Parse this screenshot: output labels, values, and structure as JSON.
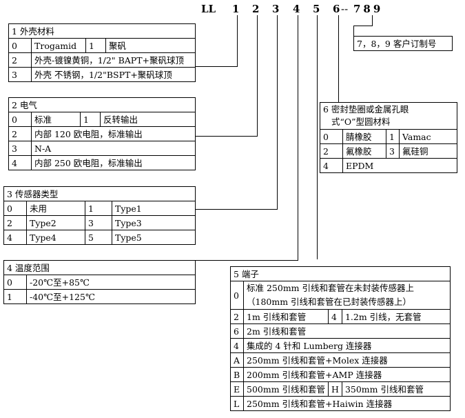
{
  "model_code": {
    "prefix": "LL",
    "d1": "1",
    "d2": "2",
    "d3": "3",
    "d4": "4",
    "d5": "5",
    "d6": "6",
    "sep": "--",
    "custom": "789"
  },
  "custom_box": {
    "text": "7，8，9 客户订制号"
  },
  "sec1": {
    "title": "1 外壳材料",
    "rows": [
      {
        "code": "0",
        "name": "Trogamid",
        "code2": "1",
        "name2": "聚矾"
      },
      {
        "code": "2",
        "name": "外壳-镀镍黄铜，1/2\" BAPT+聚矾球顶"
      },
      {
        "code": "3",
        "name": "外壳 不锈钢，1/2\"BSPT+聚矾球顶"
      }
    ]
  },
  "sec2": {
    "title": "2 电气",
    "rows": [
      {
        "code": "0",
        "name": "标准",
        "code2": "1",
        "name2": "反转输出"
      },
      {
        "code": "2",
        "name": "内部 120 欧电阻，标准输出"
      },
      {
        "code": "3",
        "name": "N-A"
      },
      {
        "code": "4",
        "name": "内部 250 欧电阻，标准输出"
      }
    ]
  },
  "sec3": {
    "title": "3 传感器类型",
    "rows": [
      {
        "code": "0",
        "name": "未用",
        "code2": "1",
        "name2": "Type1"
      },
      {
        "code": "2",
        "name": "Type2",
        "code2": "3",
        "name2": "Type3"
      },
      {
        "code": "4",
        "name": "Type4",
        "code2": "5",
        "name2": "Type5"
      }
    ]
  },
  "sec4": {
    "title": "4 温度范围",
    "rows": [
      {
        "code": "0",
        "name": "-20℃至+85℃"
      },
      {
        "code": "1",
        "name": "-40℃至+125℃"
      }
    ]
  },
  "sec5": {
    "title": "5 端子",
    "rows": [
      {
        "code": "0",
        "line1": "标准 250mm 引线和套管在未封装传感器上",
        "line2": "（180mm 引线和套管在已封装传感器上）"
      },
      {
        "code": "2",
        "name": "1m 引线和套管",
        "code2": "4",
        "name2": "1.2m 引线，无套管"
      },
      {
        "code": "6",
        "name": "2m 引线和套管"
      },
      {
        "code": "4",
        "name": "集成的 4 针和 Lumberg 连接器"
      },
      {
        "code": "A",
        "name": "250mm 引线和套管+Molex 连接器"
      },
      {
        "code": "B",
        "name": "200mm 引线和套管+AMP 连接器"
      },
      {
        "code": "E",
        "name": "500mm 引线和套管",
        "code2": "H",
        "name2": "350mm 引线和套管"
      },
      {
        "code": "L",
        "name": "250mm 引线和套管+Haiwin 连接器"
      }
    ]
  },
  "sec6": {
    "title_line1": "6 密封垫圈或金属孔眼",
    "title_line2": "式“O”型圆材料",
    "rows": [
      {
        "code": "0",
        "name": "腈橡胶",
        "code2": "1",
        "name2": "Vamac"
      },
      {
        "code": "2",
        "name": "氟橡胶",
        "code2": "3",
        "name2": "氟硅铜"
      },
      {
        "code": "4",
        "name": "EPDM"
      }
    ]
  }
}
